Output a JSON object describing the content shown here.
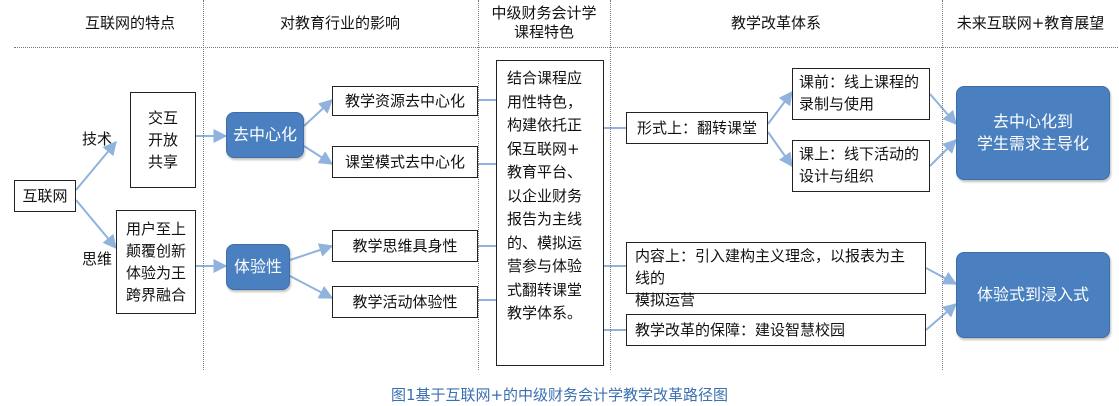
{
  "headers": {
    "internet_features": "互联网的特点",
    "impact_on_education": "对教育行业的影响",
    "course_features": "中级财务会计学\n课程特色",
    "reform_system": "教学改革体系",
    "future_outlook": "未来互联网+教育展望"
  },
  "internet": "互联网",
  "technology_label": "技术",
  "thinking_label": "思维",
  "tech_traits": "交互\n开放\n共享",
  "thinking_traits": "用户至上\n颠覆创新\n体验为王\n跨界融合",
  "decentralization": "去中心化",
  "experience": "体验性",
  "resource_decentralization": "教学资源去中心化",
  "classroom_decentralization": "课堂模式去中心化",
  "thinking_embodiment": "教学思维具身性",
  "activity_experience": "教学活动体验性",
  "course_text": "结合课程应\n用性特色，\n构建依托正\n保互联网+\n教育平台、\n以企业财务\n报告为主线\n的、模拟运\n营参与体验\n式翻转课堂\n教学体系。",
  "form_flipped": "形式上：翻转课堂",
  "pre_class": "课前：线上课程的\n录制与使用",
  "in_class": "课上：线下活动的\n设计与组织",
  "content": "内容上：引入建构主义理念，以报表为主线的\n模拟运营",
  "guarantee": "教学改革的保障：建设智慧校园",
  "future_1": "去中心化到\n学生需求主导化",
  "future_2": "体验式到浸入式",
  "caption": "图1基于互联网+的中级财务会计学教学改革路径图",
  "colors": {
    "accent": "#4a80bf",
    "arrow": "#8fb3dc",
    "caption": "#3a6fb0"
  }
}
